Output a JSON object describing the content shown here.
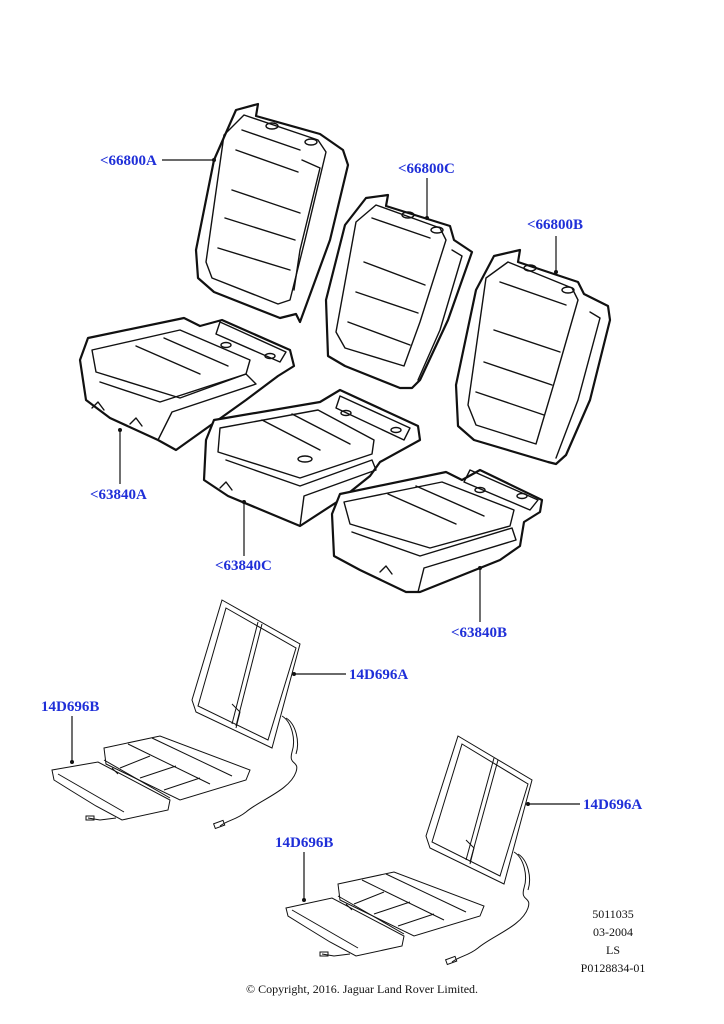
{
  "callouts": {
    "seatback_left": "<66800A",
    "seatback_center": "<66800C",
    "seatback_right": "<66800B",
    "cushion_left": "<63840A",
    "cushion_center": "<63840C",
    "cushion_right": "<63840B",
    "heater_back_upper": "14D696A",
    "heater_cushion_upper": "14D696B",
    "heater_back_lower": "14D696A",
    "heater_cushion_lower": "14D696B"
  },
  "diagram_info": {
    "code_1": "5011035",
    "date": "03-2004",
    "code_2": "LS",
    "reference": "P0128834-01"
  },
  "copyright": "© Copyright, 2016. Jaguar Land Rover Limited."
}
